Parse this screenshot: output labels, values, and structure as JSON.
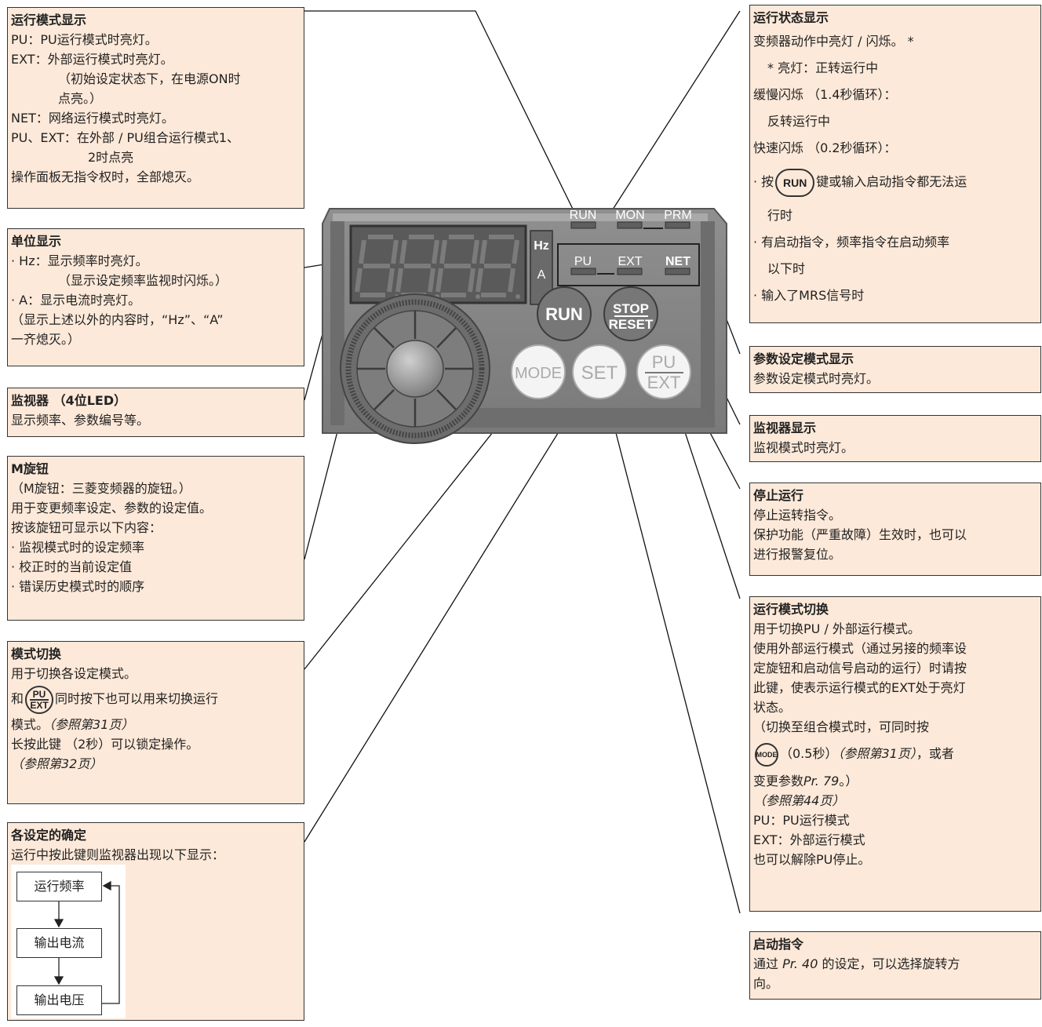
{
  "panel": {
    "leds": [
      "RUN",
      "MON",
      "PRM",
      "PU",
      "EXT",
      "NET"
    ],
    "units": [
      "Hz",
      "A"
    ],
    "buttons": {
      "run": "RUN",
      "stop_top": "STOP",
      "stop_bottom": "RESET",
      "mode": "MODE",
      "set": "SET",
      "pu_top": "PU",
      "pu_bottom": "EXT"
    }
  },
  "box_op_mode": {
    "title": "运行模式显示",
    "lines": [
      "PU：PU运行模式时亮灯。",
      "EXT：外部运行模式时亮灯。",
      "（初始设定状态下，在电源ON时",
      "点亮。）",
      "NET：网络运行模式时亮灯。",
      "PU、EXT：在外部 / PU组合运行模式1、",
      "2时点亮",
      "操作面板无指令权时，全部熄灭。"
    ]
  },
  "box_unit": {
    "title": "单位显示",
    "lines": [
      "· Hz：显示频率时亮灯。",
      "（显示设定频率监视时闪烁。）",
      "· A：显示电流时亮灯。",
      "（显示上述以外的内容时，“Hz”、“A”",
      "一齐熄灭。）"
    ]
  },
  "box_monitor": {
    "title": "监视器 （4位LED）",
    "lines": [
      "显示频率、参数编号等。"
    ]
  },
  "box_knob": {
    "title": "M旋钮",
    "lines": [
      "（M旋钮：三菱变频器的旋钮。）",
      "用于变更频率设定、参数的设定值。",
      "按该旋钮可显示以下内容：",
      "· 监视模式时的设定频率",
      "· 校正时的当前设定值",
      "· 错误历史模式时的顺序"
    ]
  },
  "box_mode_sw": {
    "title": "模式切换",
    "l1": "用于切换各设定模式。",
    "l2_pre": "和",
    "l2_post": "同时按下也可以用来切换运行",
    "l3": "模式。",
    "l3_ref": "（参照第31页）",
    "l4": "长按此键 （2秒）可以锁定操作。",
    "l5_ref": "（参照第32页）"
  },
  "box_confirm": {
    "title": "各设定的确定",
    "l1": "运行中按此键则监视器出现以下显示：",
    "flow": [
      "运行频率",
      "输出电流",
      "输出电压"
    ]
  },
  "box_run_status": {
    "title": "运行状态显示",
    "l1": "变频器动作中亮灯 / 闪烁。 *",
    "l2": "* 亮灯：正转运行中",
    "l3": "缓慢闪烁 （1.4秒循环）：",
    "l4": "反转运行中",
    "l5": "快速闪烁 （0.2秒循环）：",
    "l6_pre": "· 按",
    "l6_post": "键或输入启动指令都无法运",
    "l7": "行时",
    "l8": "· 有启动指令，频率指令在启动频率",
    "l9": "以下时",
    "l10": "· 输入了MRS信号时"
  },
  "box_param": {
    "title": "参数设定模式显示",
    "lines": [
      "参数设定模式时亮灯。"
    ]
  },
  "box_mon_disp": {
    "title": "监视器显示",
    "lines": [
      "监视模式时亮灯。"
    ]
  },
  "box_stop": {
    "title": "停止运行",
    "lines": [
      "停止运转指令。",
      "保护功能（严重故障）生效时，也可以",
      "进行报警复位。"
    ]
  },
  "box_mode_change": {
    "title": "运行模式切换",
    "l1": "用于切换PU / 外部运行模式。",
    "l2": "使用外部运行模式（通过另接的频率设",
    "l3": "定旋钮和启动信号启动的运行）时请按",
    "l4": "此键，使表示运行模式的EXT处于亮灯",
    "l5": "状态。",
    "l6": "（切换至组合模式时，可同时按",
    "l7_mid": "（0.5秒）",
    "l7_ref": "（参照第31页）",
    "l7_post": "，或者",
    "l8_pre": "变更参数",
    "l8_it": "Pr. 79",
    "l8_post": "。）",
    "l9_ref": "（参照第44页）",
    "l10": "PU：PU运行模式",
    "l11": "EXT：外部运行模式",
    "l12": "也可以解除PU停止。"
  },
  "box_start": {
    "title": "启动指令",
    "l1_pre": "通过 ",
    "l1_it": "Pr. 40",
    "l1_post": " 的设定，可以选择旋转方",
    "l2": "向。"
  }
}
